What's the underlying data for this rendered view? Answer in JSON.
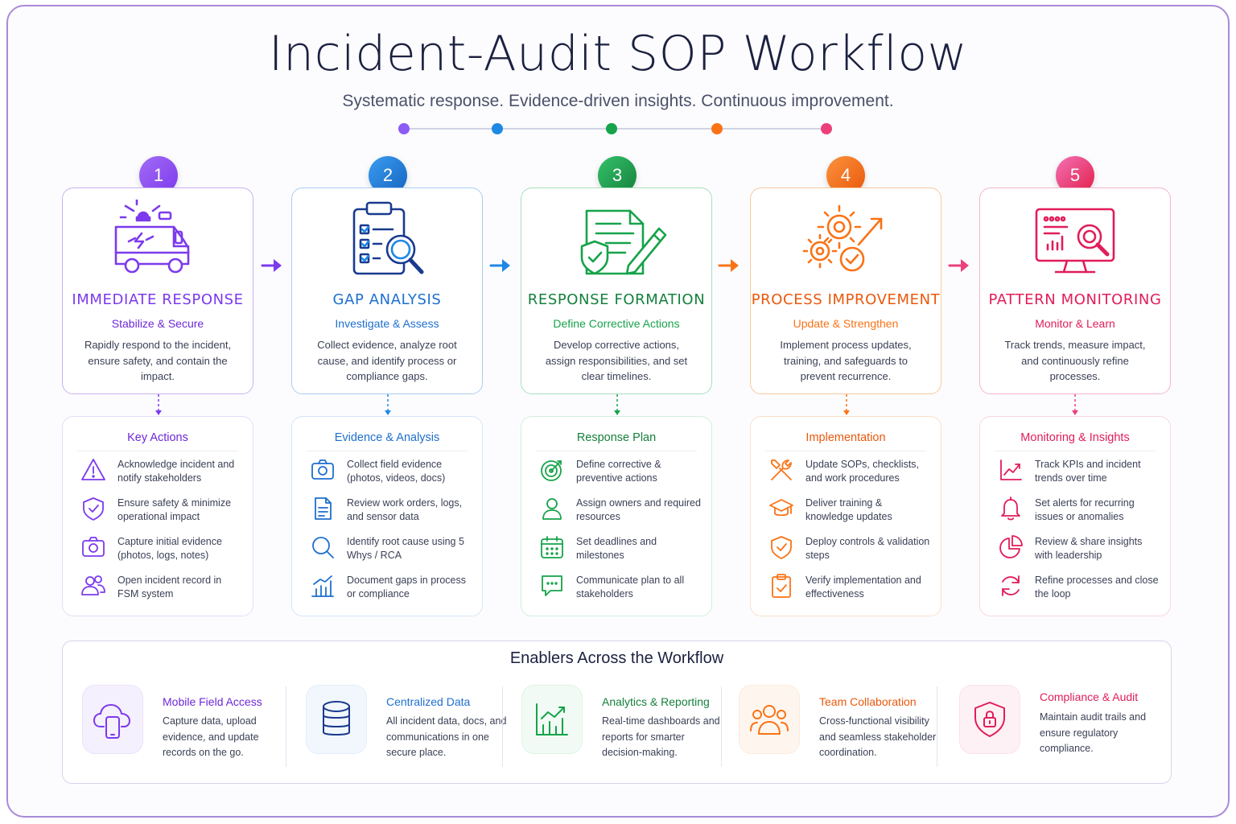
{
  "title": "Incident-Audit SOP Workflow",
  "subtitle": "Systematic response. Evidence-driven insights. Continuous improvement.",
  "colors": {
    "purple": "#7c3aed",
    "blue": "#1e88e5",
    "green": "#16a34a",
    "orange": "#f97316",
    "pink": "#ec407a"
  },
  "phases": [
    {
      "number": "1",
      "icon": "ambulance-icon",
      "title": "IMMEDIATE RESPONSE",
      "subtitle": "Stabilize & Secure",
      "description": "Rapidly respond to the incident, ensure safety, and contain the impact.",
      "list_title": "Key Actions",
      "items": [
        {
          "icon": "warning-icon",
          "text": "Acknowledge incident and notify stakeholders"
        },
        {
          "icon": "shield-check-icon",
          "text": "Ensure safety & minimize operational impact"
        },
        {
          "icon": "camera-icon",
          "text": "Capture initial evidence (photos, logs, notes)"
        },
        {
          "icon": "users-icon",
          "text": "Open incident record in FSM system"
        }
      ]
    },
    {
      "number": "2",
      "icon": "clipboard-search-icon",
      "title": "GAP ANALYSIS",
      "subtitle": "Investigate & Assess",
      "description": "Collect evidence, analyze root cause, and identify process or compliance gaps.",
      "list_title": "Evidence & Analysis",
      "items": [
        {
          "icon": "camera-icon",
          "text": "Collect field evidence (photos, videos, docs)"
        },
        {
          "icon": "document-icon",
          "text": "Review work orders, logs, and sensor data"
        },
        {
          "icon": "search-icon",
          "text": "Identify root cause using 5 Whys / RCA"
        },
        {
          "icon": "bar-chart-icon",
          "text": "Document gaps in process or compliance"
        }
      ]
    },
    {
      "number": "3",
      "icon": "document-shield-pen-icon",
      "title": "RESPONSE FORMATION",
      "subtitle": "Define Corrective Actions",
      "description": "Develop corrective actions, assign responsibilities, and set clear timelines.",
      "list_title": "Response Plan",
      "items": [
        {
          "icon": "target-icon",
          "text": "Define corrective & preventive actions"
        },
        {
          "icon": "user-icon",
          "text": "Assign owners and required resources"
        },
        {
          "icon": "calendar-icon",
          "text": "Set deadlines and milestones"
        },
        {
          "icon": "chat-icon",
          "text": "Communicate plan to all stakeholders"
        }
      ]
    },
    {
      "number": "4",
      "icon": "gears-check-icon",
      "title": "PROCESS IMPROVEMENT",
      "subtitle": "Update & Strengthen",
      "description": "Implement process updates, training, and safeguards to prevent recurrence.",
      "list_title": "Implementation",
      "items": [
        {
          "icon": "tools-icon",
          "text": "Update SOPs, checklists, and work procedures"
        },
        {
          "icon": "graduation-cap-icon",
          "text": "Deliver training & knowledge updates"
        },
        {
          "icon": "shield-check-icon",
          "text": "Deploy controls & validation steps"
        },
        {
          "icon": "clipboard-check-icon",
          "text": "Verify implementation and effectiveness"
        }
      ]
    },
    {
      "number": "5",
      "icon": "monitor-analytics-icon",
      "title": "PATTERN MONITORING",
      "subtitle": "Monitor & Learn",
      "description": "Track trends, measure impact, and continuously refine processes.",
      "list_title": "Monitoring & Insights",
      "items": [
        {
          "icon": "trend-chart-icon",
          "text": "Track KPIs and incident trends over time"
        },
        {
          "icon": "bell-icon",
          "text": "Set alerts for recurring issues or anomalies"
        },
        {
          "icon": "pie-chart-icon",
          "text": "Review & share insights with leadership"
        },
        {
          "icon": "refresh-icon",
          "text": "Refine processes and close the loop"
        }
      ]
    }
  ],
  "enablers": {
    "title": "Enablers Across the Workflow",
    "items": [
      {
        "icon": "cloud-phone-icon",
        "name": "Mobile Field Access",
        "description": "Capture data, upload evidence, and update records on the go."
      },
      {
        "icon": "database-icon",
        "name": "Centralized Data",
        "description": "All incident data, docs, and communications in one secure place."
      },
      {
        "icon": "analytics-chart-icon",
        "name": "Analytics & Reporting",
        "description": "Real-time dashboards and reports for smarter decision-making."
      },
      {
        "icon": "team-icon",
        "name": "Team Collaboration",
        "description": "Cross-functional visibility and seamless stakeholder coordination."
      },
      {
        "icon": "shield-lock-icon",
        "name": "Compliance & Audit",
        "description": "Maintain audit trails and ensure regulatory compliance."
      }
    ]
  }
}
